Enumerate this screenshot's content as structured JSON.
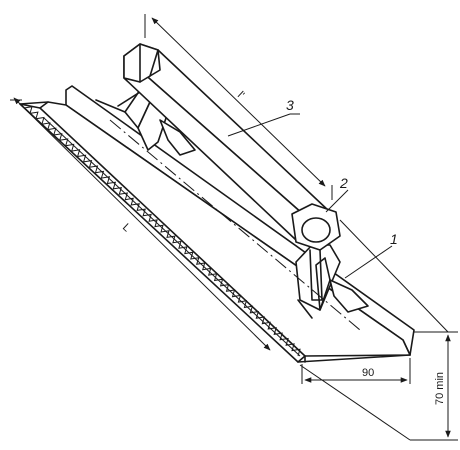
{
  "labels": {
    "part_1": "1",
    "part_2": "2",
    "part_3": "3",
    "length_base": "L",
    "length_rail": "l'",
    "width_dim": "90",
    "height_dim": "70 min"
  }
}
